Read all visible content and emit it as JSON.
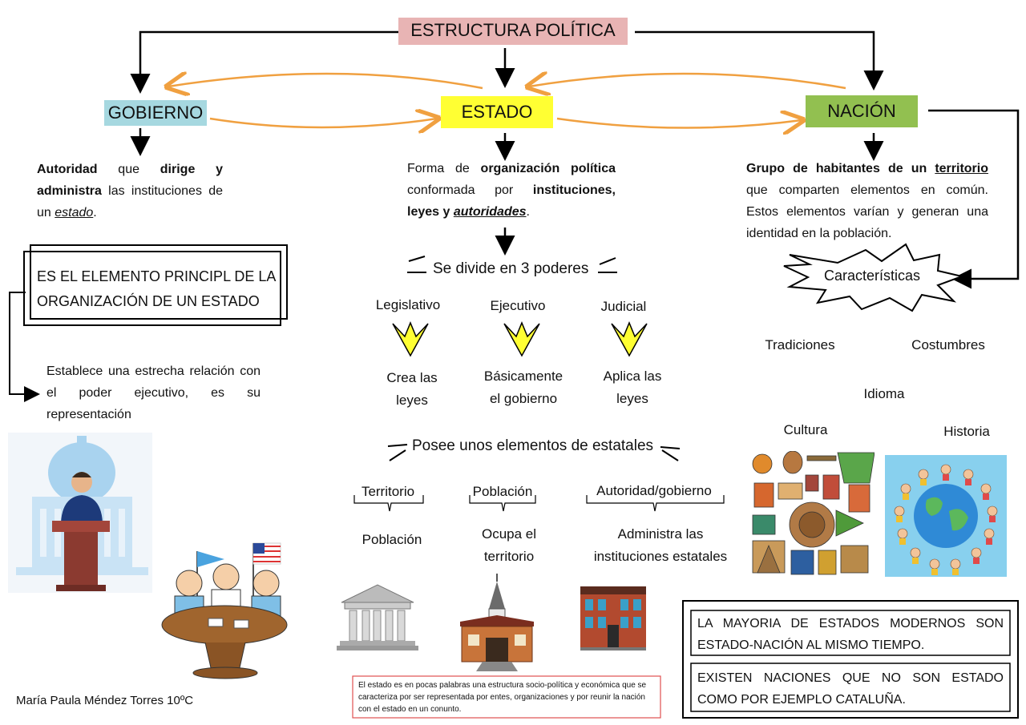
{
  "title": "ESTRUCTURA POLÍTICA",
  "nodes": {
    "gobierno": "GOBIERNO",
    "estado": "ESTADO",
    "nacion": "NACIÓN"
  },
  "gobierno_def": {
    "p1": "Autoridad",
    "p2": " que ",
    "p3": "dirige y administra",
    "p4": " las instituciones de un ",
    "p5": "estado",
    "p6": "."
  },
  "estado_def": {
    "p1": "Forma de ",
    "p2": "organización política",
    "p3": " conformada por ",
    "p4": "instituciones, leyes y ",
    "p5": "autoridades",
    "p6": "."
  },
  "nacion_def": {
    "p1": "Grupo de habitantes de un ",
    "p2": "territorio",
    "p3": " que comparten elementos en común. Estos elementos varían y generan una identidad en la población."
  },
  "gobierno_box": "ES EL ELEMENTO PRINCIPL DE LA ORGANIZACIÓN DE UN ESTADO",
  "gobierno_relation": "Establece una estrecha relación con el poder ejecutivo, es su representación",
  "poderes": {
    "heading": "Se divide en 3 poderes",
    "items": [
      {
        "name": "Legislativo",
        "desc": "Crea las leyes"
      },
      {
        "name": "Ejecutivo",
        "desc": "Básicamente el gobierno"
      },
      {
        "name": "Judicial",
        "desc": "Aplica las leyes"
      }
    ]
  },
  "elementos": {
    "heading": "Posee unos elementos de estatales",
    "items": [
      {
        "name": "Territorio",
        "desc": "Población"
      },
      {
        "name": "Población",
        "desc": "Ocupa el territorio"
      },
      {
        "name": "Autoridad/gobierno",
        "desc": "Administra las instituciones estatales"
      }
    ]
  },
  "caracteristicas": {
    "heading": "Características",
    "items": [
      "Tradiciones",
      "Costumbres",
      "Idioma",
      "Cultura",
      "Historia"
    ]
  },
  "note": "El estado es en pocas palabras una estructura socio-política y económica que se caracteriza por ser representada por entes, organizaciones y por reunir la nación con el estado en un conunto.",
  "facts": [
    "LA MAYORIA DE ESTADOS MODERNOS SON ESTADO-NACIÓN AL MISMO TIEMPO.",
    "EXISTEN NACIONES QUE NO SON ESTADO COMO POR EJEMPLO CATALUÑA."
  ],
  "author": "María Paula Méndez Torres 10ºC",
  "colors": {
    "title_bg": "#e8b4b4",
    "gobierno_bg": "#a6d8e0",
    "estado_bg": "#ffff33",
    "nacion_bg": "#92c050",
    "arrow_orange": "#f0a040",
    "chevron_yellow": "#ffff33",
    "note_border": "#e05050"
  }
}
